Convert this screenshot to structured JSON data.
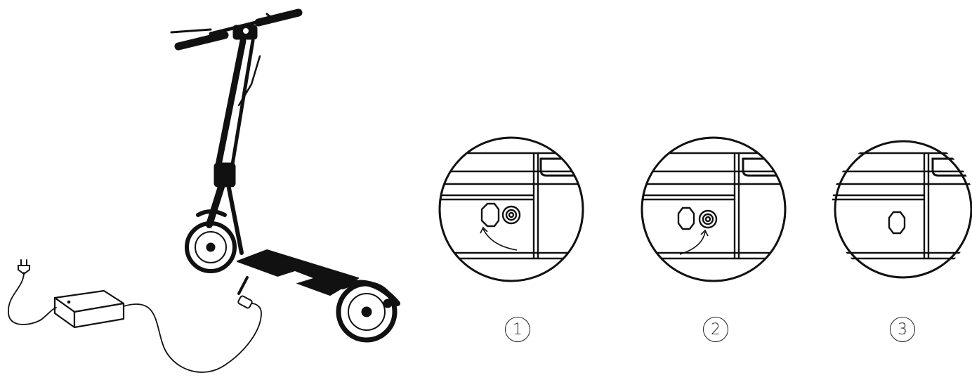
{
  "steps": [
    {
      "label": "1",
      "state": "port cap open, connector inserted"
    },
    {
      "label": "2",
      "state": "cap swung back toward port"
    },
    {
      "label": "3",
      "state": "port sealed with cap"
    }
  ],
  "colors": {
    "line": "#111111",
    "background": "#ffffff"
  },
  "icons": [
    "scooter-icon",
    "charger-icon",
    "plug-icon",
    "port-detail-icon"
  ]
}
